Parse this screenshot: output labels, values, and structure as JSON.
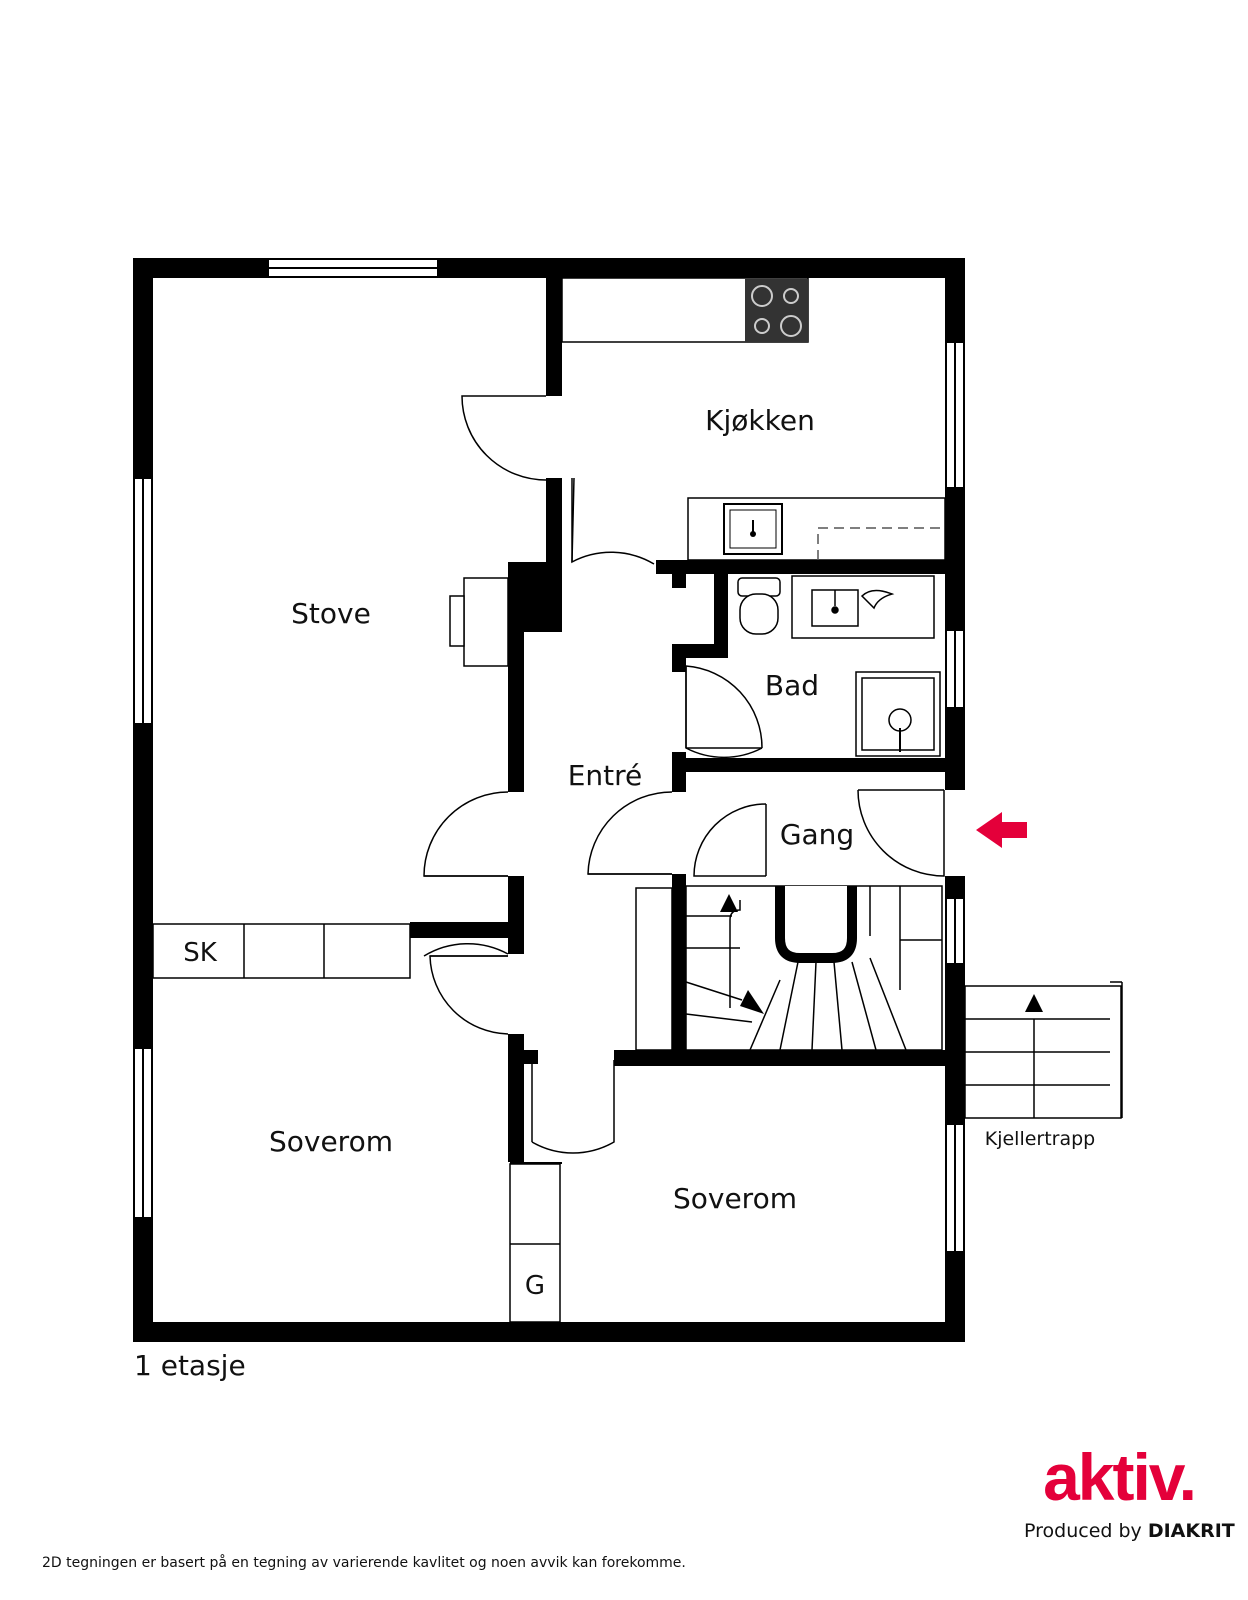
{
  "rooms": {
    "kitchen": "Kjøkken",
    "living": "Stove",
    "bath": "Bad",
    "entry": "Entré",
    "hall": "Gang",
    "bedroom_left": "Soverom",
    "bedroom_right": "Soverom",
    "closet_sk": "SK",
    "closet_g": "G"
  },
  "stair_label": "Kjellertrapp",
  "floor_label": "1 etasje",
  "disclaimer": "2D tegningen er basert på en tegning av varierende kavlitet og noen avvik kan forekomme.",
  "brand": {
    "logo_text": "aktiv.",
    "produced_prefix": "Produced by ",
    "producer": "DIAKRIT",
    "accent_color": "#e4003a"
  },
  "colors": {
    "wall": "#000000",
    "arrow": "#e4003a",
    "window": "#ffffff"
  }
}
